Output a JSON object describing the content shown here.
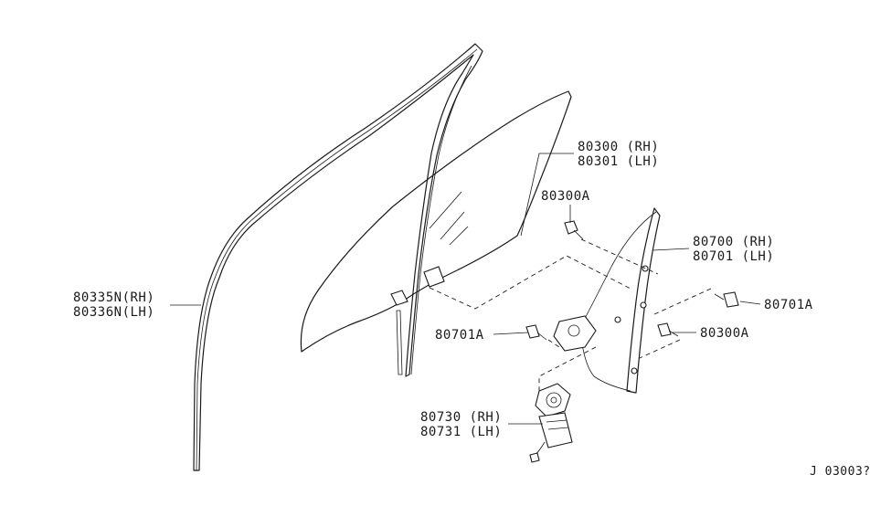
{
  "parts": {
    "glass_rh": "80300 (RH)",
    "glass_lh": "80301 (LH)",
    "bolt_top": "80300A",
    "regulator_rh": "80700 (RH)",
    "regulator_lh": "80701 (LH)",
    "bolt_right": "80701A",
    "sash_rh": "80335N(RH)",
    "sash_lh": "80336N(LH)",
    "bolt_left": "80701A",
    "bolt_lower_right": "80300A",
    "motor_rh": "80730 (RH)",
    "motor_lh": "80731 (LH)"
  },
  "diagram_code": "J 03003?"
}
